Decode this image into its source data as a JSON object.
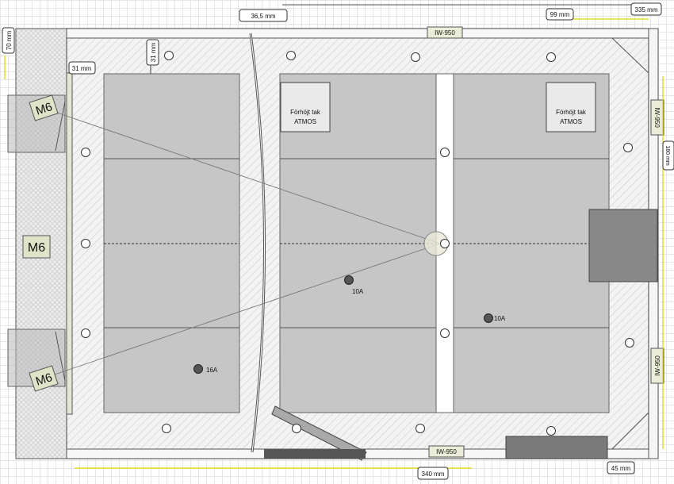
{
  "dimensions": {
    "top_gap": "36,5 mm",
    "right_span": "335 mm",
    "right_inset": "99 mm",
    "left_wall": "70 mm",
    "top_margin": "31 mm",
    "left_margin": "31 mm",
    "right_side": "180 mm",
    "bottom_span": "340 mm",
    "bottom_right": "45 mm"
  },
  "speakers": {
    "top": "IW-950",
    "bottom": "IW-950",
    "right_top": "IW-950",
    "right_bottom": "IW-950"
  },
  "m6": {
    "top": "M6",
    "middle": "M6",
    "bottom": "M6"
  },
  "ceiling": {
    "left": [
      "Förhöjt tak",
      "ATMOS"
    ],
    "right": [
      "Förhöjt tak",
      "ATMOS"
    ]
  },
  "outlets": {
    "center": "10A",
    "right": "10A",
    "left_bottom": "16A"
  },
  "colors": {
    "panel": "#c6c6c6",
    "wall_hatch": "#cfcfcf",
    "accent_line": "#e0d500",
    "label_bg": "#ecedd8"
  }
}
